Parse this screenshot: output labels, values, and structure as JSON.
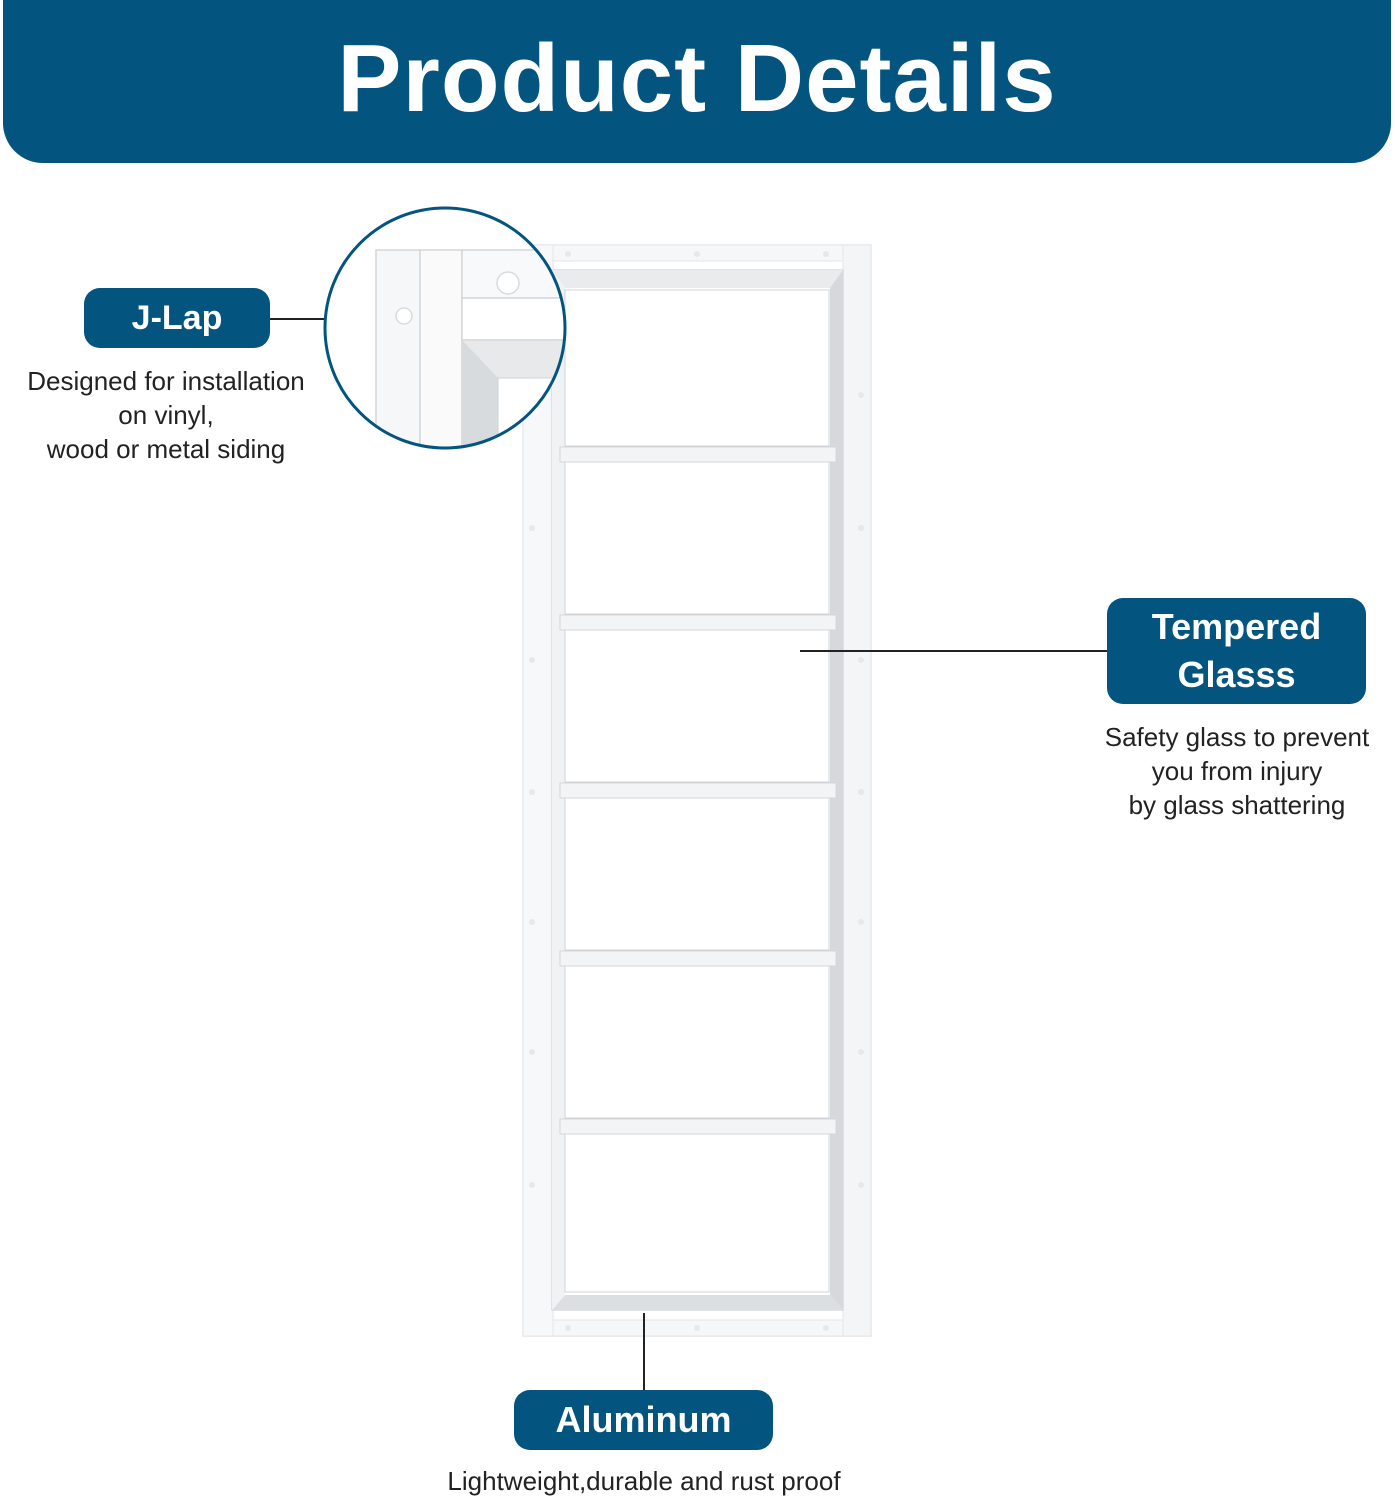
{
  "header": {
    "title": "Product Details"
  },
  "features": {
    "jlap": {
      "label": "J-Lap",
      "description": [
        "Designed for installation",
        "on vinyl,",
        "wood or metal siding"
      ]
    },
    "glass": {
      "label_lines": [
        "Tempered",
        "Glasss"
      ],
      "description": [
        "Safety glass to prevent",
        "you from injury",
        "by glass shattering"
      ]
    },
    "frame": {
      "label": "Aluminum",
      "description": [
        "Lightweight,durable and rust proof"
      ]
    }
  },
  "colors": {
    "brand": "#03557f",
    "text": "#222222",
    "frame": "#ffffff"
  },
  "product": {
    "panes": 6
  }
}
